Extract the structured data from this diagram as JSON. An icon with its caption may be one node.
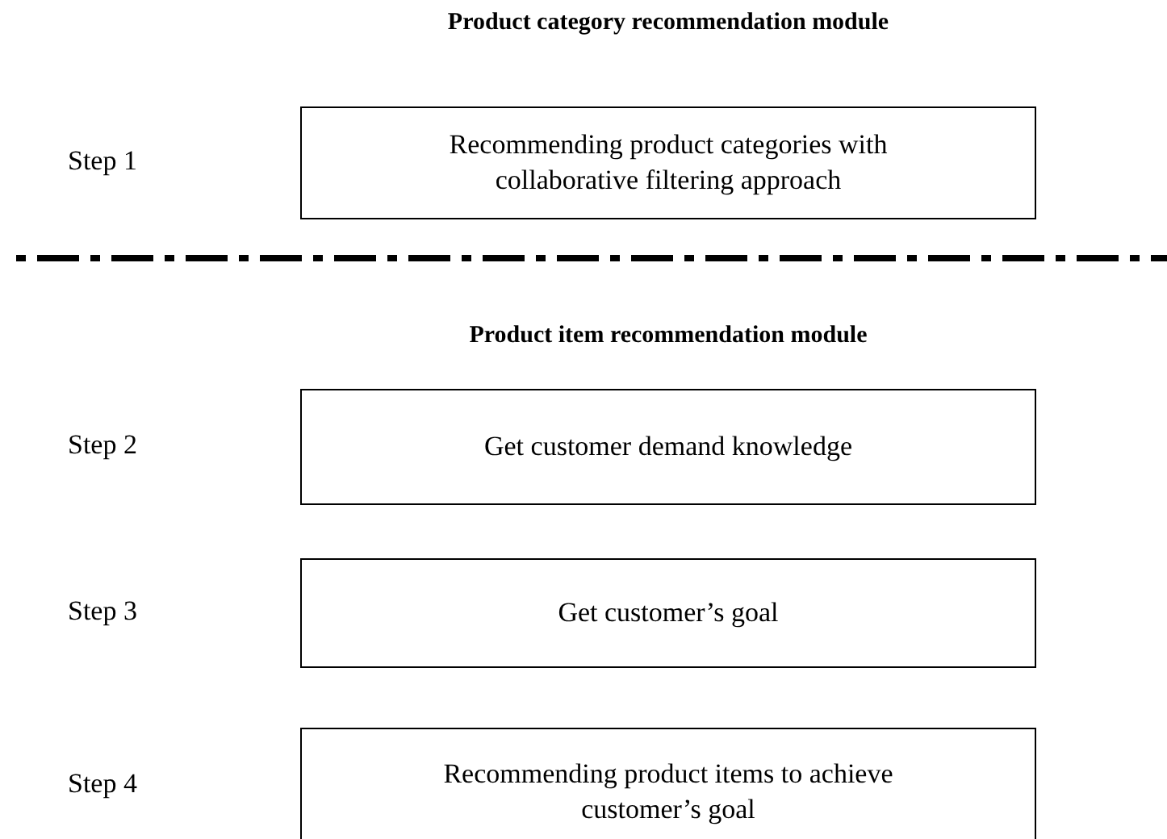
{
  "diagram": {
    "nodes": [
      {
        "text": [
          "Recommending product categories with collaborative filtering approach"
        ]
      },
      {
        "text": [
          "Get customer demand knowledge"
        ]
      },
      {
        "text": [
          "Get customer’s goal"
        ]
      },
      {
        "text": [
          "Recommending product items to achieve customer’s goal"
        ]
      }
    ],
    "labels": [
      "Product category recommendation module",
      "Step 1",
      "Product item recommendation module",
      "Step 2",
      "Step 3",
      "Step 4"
    ]
  }
}
